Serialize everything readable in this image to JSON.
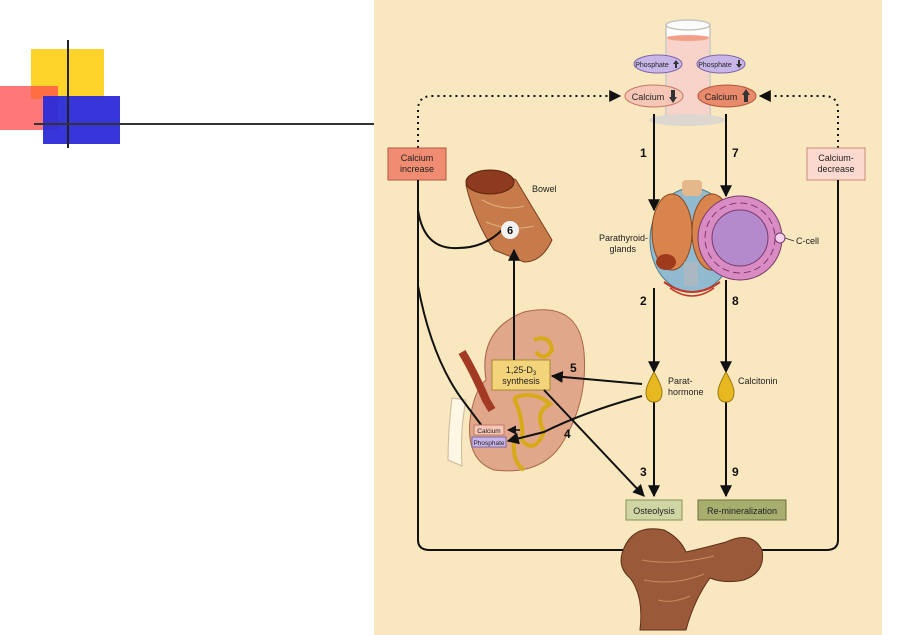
{
  "figure": {
    "labels": {
      "phosphate_up": "Phosphate",
      "phosphate_down": "Phosphate",
      "calcium_down": "Calcium",
      "calcium_up": "Calcium",
      "calcium_increase": [
        "Calcium",
        "increase"
      ],
      "calcium_decrease": [
        "Calcium-",
        "decrease"
      ],
      "bowel": "Bowel",
      "parathyroid": [
        "Parathyroid-",
        "glands"
      ],
      "c_cell": "C-cell",
      "synthesis": [
        "1,25-D",
        "3",
        "synthesis"
      ],
      "parathormone": [
        "Parat-",
        "hormone"
      ],
      "calcitonin": "Calcitonin",
      "kidney_calcium": "Calcium",
      "kidney_phosphate": "Phosphate",
      "osteolysis": "Osteolysis",
      "remineralization": "Re-mineralization"
    },
    "steps": [
      "1",
      "2",
      "3",
      "4",
      "5",
      "6",
      "7",
      "8",
      "9"
    ]
  }
}
